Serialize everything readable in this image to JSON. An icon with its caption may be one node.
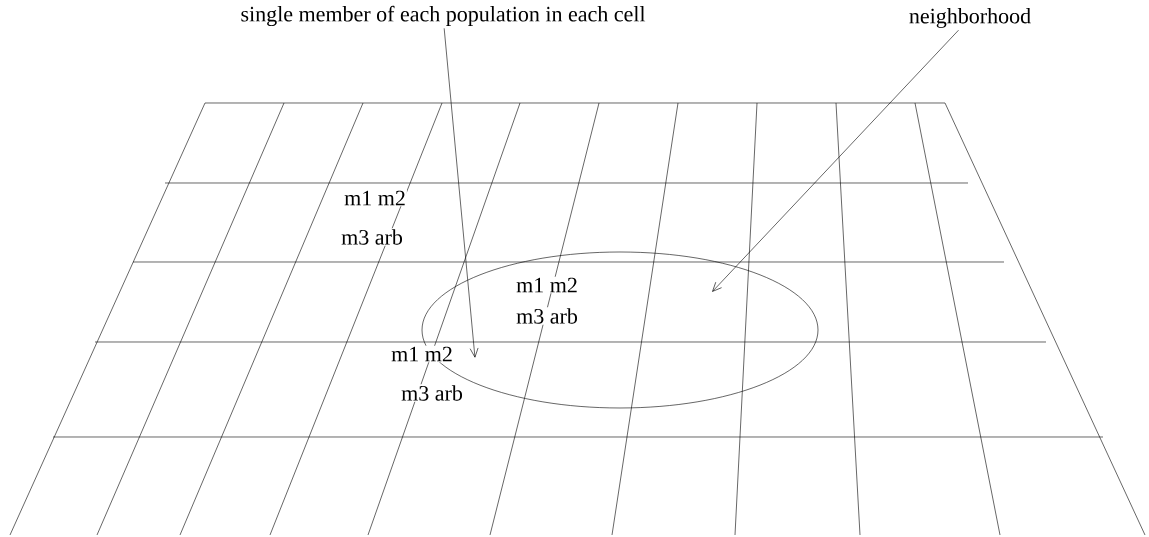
{
  "diagram": {
    "nodes": [
      {
        "text": [
          "single member of each population in each cell"
        ]
      },
      {
        "text": [
          "neighborhood"
        ]
      },
      {
        "text": [],
        "shape": "ellipse"
      }
    ],
    "edges": [
      {
        "from": 0,
        "to": 2,
        "arrow": "to"
      },
      {
        "from": 1,
        "to": 2,
        "arrow": "to"
      }
    ],
    "labels": [
      "m1 m2",
      "m3 arb",
      "m1 m2",
      "m3 arb",
      "m1 m2",
      "m3 arb"
    ]
  }
}
